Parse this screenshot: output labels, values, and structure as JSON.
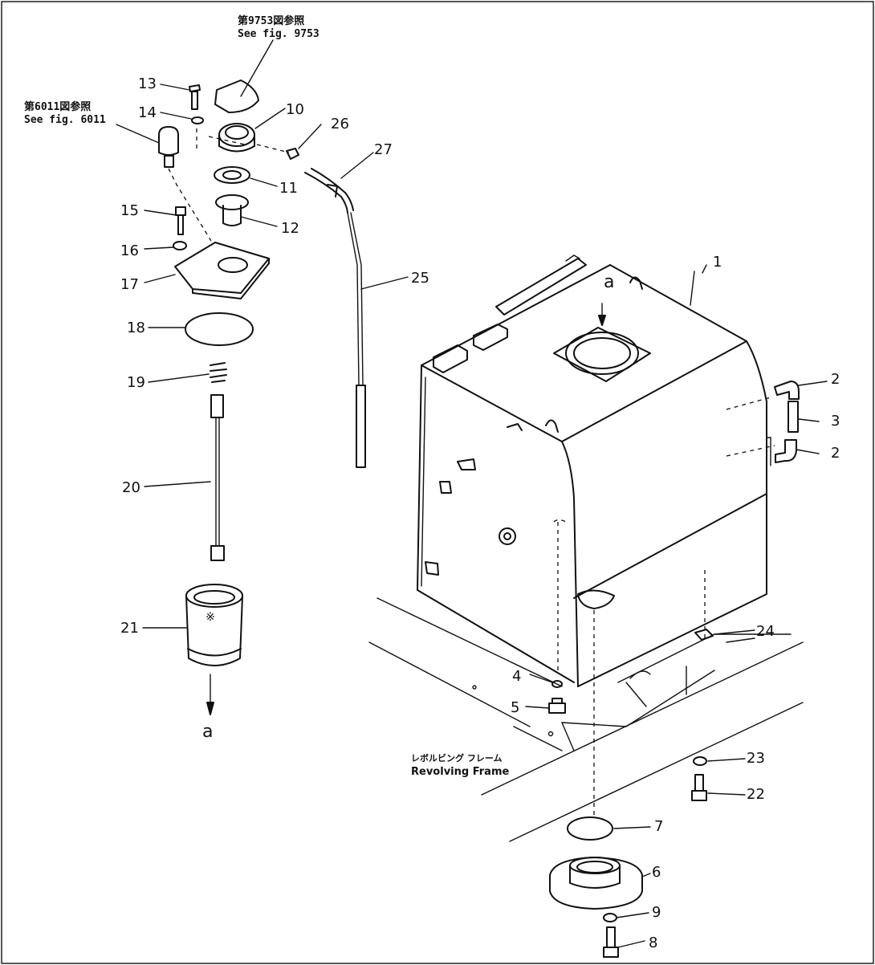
{
  "notes": {
    "ref_top_jp": "第9753図参照",
    "ref_top_en": "See fig. 9753",
    "ref_left_jp": "第6011図参照",
    "ref_left_en": "See fig. 6011",
    "frame_jp": "レボルビング フレーム",
    "frame_en": "Revolving Frame",
    "arrow_top": "a",
    "arrow_bottom": "a"
  },
  "callouts": {
    "c1": "1",
    "c2a": "2",
    "c2b": "2",
    "c3": "3",
    "c4": "4",
    "c5": "5",
    "c6": "6",
    "c7": "7",
    "c8": "8",
    "c9": "9",
    "c10": "10",
    "c11": "11",
    "c12": "12",
    "c13": "13",
    "c14": "14",
    "c15": "15",
    "c16": "16",
    "c17": "17",
    "c18": "18",
    "c19": "19",
    "c20": "20",
    "c21": "21",
    "c22": "22",
    "c23": "23",
    "c24": "24",
    "c25": "25",
    "c26": "26",
    "c27": "27"
  }
}
